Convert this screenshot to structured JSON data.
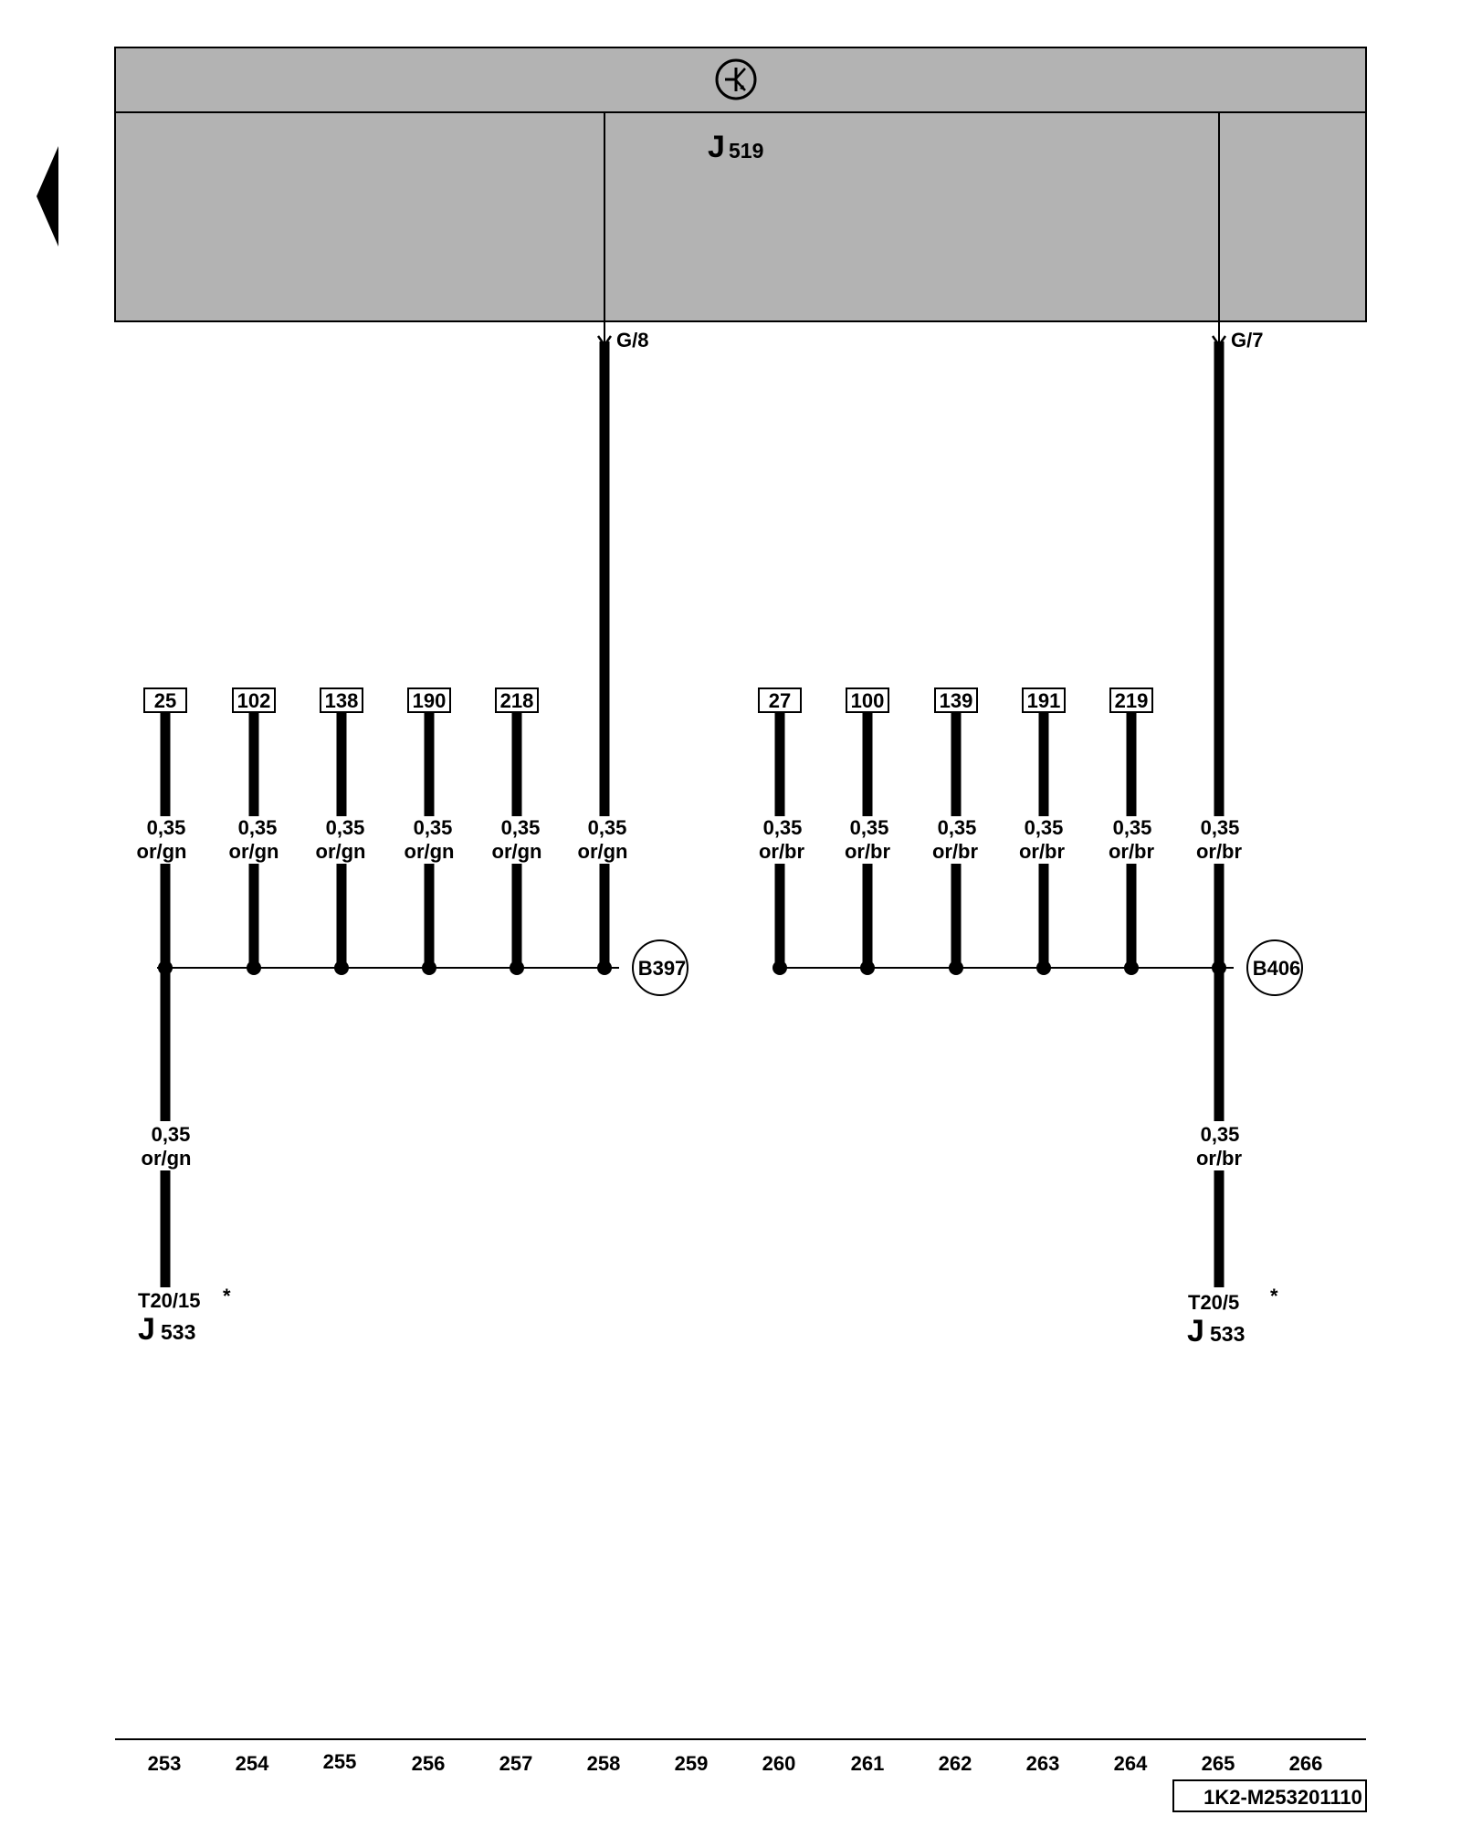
{
  "control_unit": {
    "letter": "J",
    "number": "519",
    "connector_pins": [
      "G/8",
      "G/7"
    ],
    "fill_color": "#b3b3b3"
  },
  "icons": {
    "unit_symbol": "ecu-symbol-icon",
    "back_arrow": "back-arrow-icon"
  },
  "wire_spec": {
    "size": "0,35",
    "left_color_code": "or/gn",
    "right_color_code": "or/br"
  },
  "left_group": {
    "refs": [
      "25",
      "102",
      "138",
      "190",
      "218"
    ],
    "splice": "B397",
    "terminal": {
      "pin": "T20/15",
      "mark": "*",
      "letter": "J",
      "number": "533"
    }
  },
  "right_group": {
    "refs": [
      "27",
      "100",
      "139",
      "191",
      "219"
    ],
    "splice": "B406",
    "terminal": {
      "pin": "T20/5",
      "mark": "*",
      "letter": "J",
      "number": "533"
    }
  },
  "columns": [
    "253",
    "254",
    "255",
    "256",
    "257",
    "258",
    "259",
    "260",
    "261",
    "262",
    "263",
    "264",
    "265",
    "266"
  ],
  "drawing_code": "1K2-M253201110"
}
